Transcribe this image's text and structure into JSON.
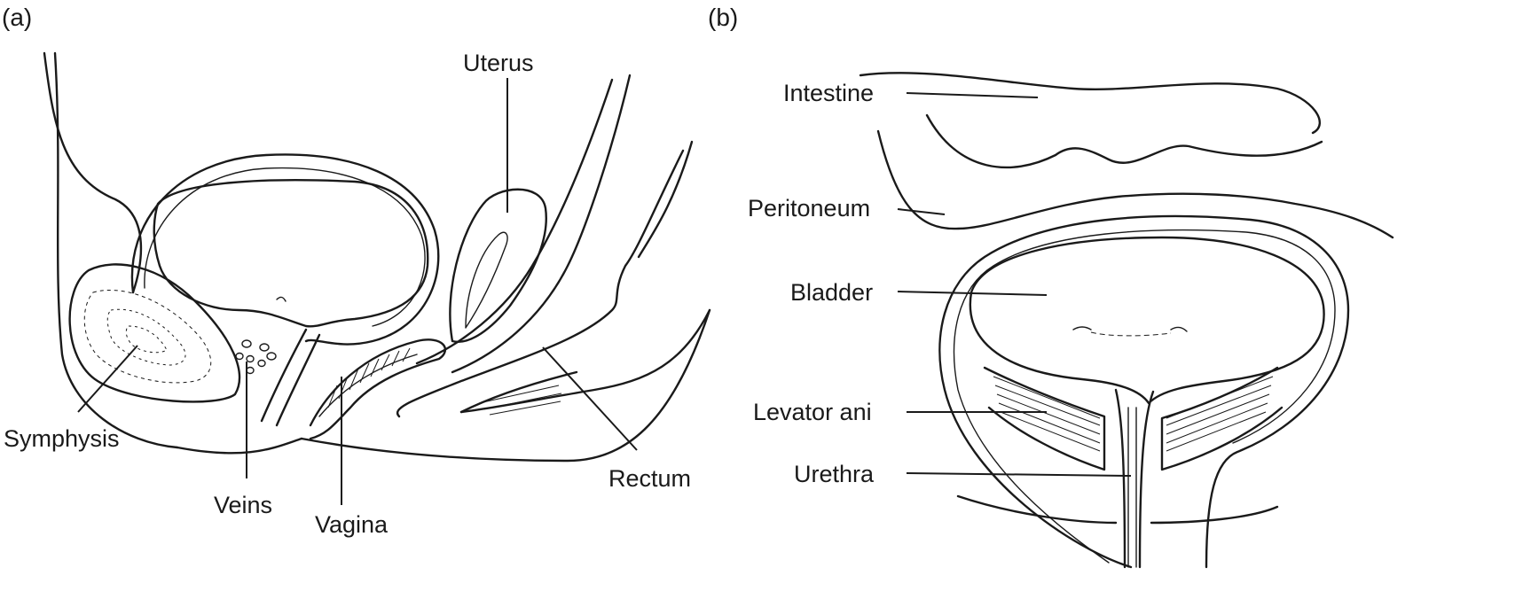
{
  "panel_a": {
    "letter": "(a)",
    "labels": {
      "uterus": "Uterus",
      "symphysis": "Symphysis",
      "veins": "Veins",
      "vagina": "Vagina",
      "rectum": "Rectum"
    }
  },
  "panel_b": {
    "letter": "(b)",
    "labels": {
      "intestine": "Intestine",
      "peritoneum": "Peritoneum",
      "bladder": "Bladder",
      "levator_ani": "Levator ani",
      "urethra": "Urethra"
    }
  }
}
